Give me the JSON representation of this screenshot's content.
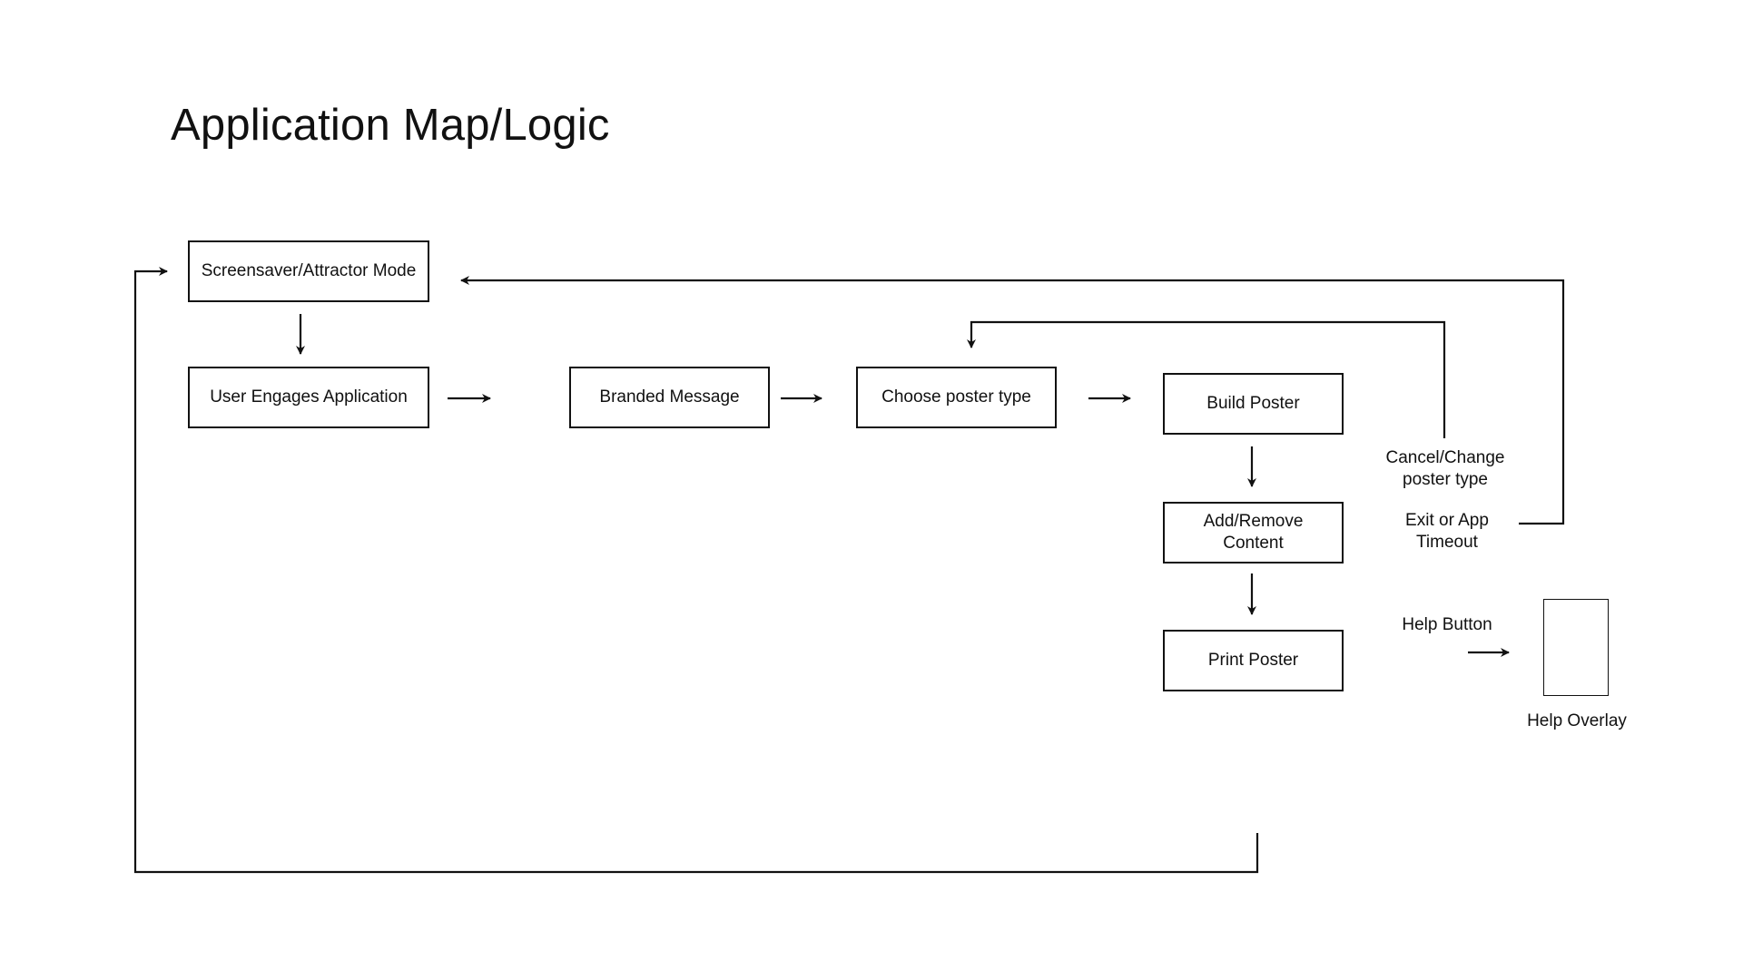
{
  "title": "Application Map/Logic",
  "nodes": {
    "screensaver": "Screensaver/Attractor Mode",
    "user_engages": "User Engages Application",
    "branded_message": "Branded Message",
    "choose_poster_type": "Choose poster type",
    "build_poster": "Build Poster",
    "add_remove_content": "Add/Remove\nContent",
    "print_poster": "Print Poster"
  },
  "labels": {
    "cancel_change": "Cancel/Change\nposter type",
    "exit_timeout": "Exit or App\nTimeout",
    "help_button": "Help Button",
    "help_overlay": "Help Overlay"
  },
  "colors": {
    "stroke": "#111111",
    "background": "#ffffff"
  }
}
